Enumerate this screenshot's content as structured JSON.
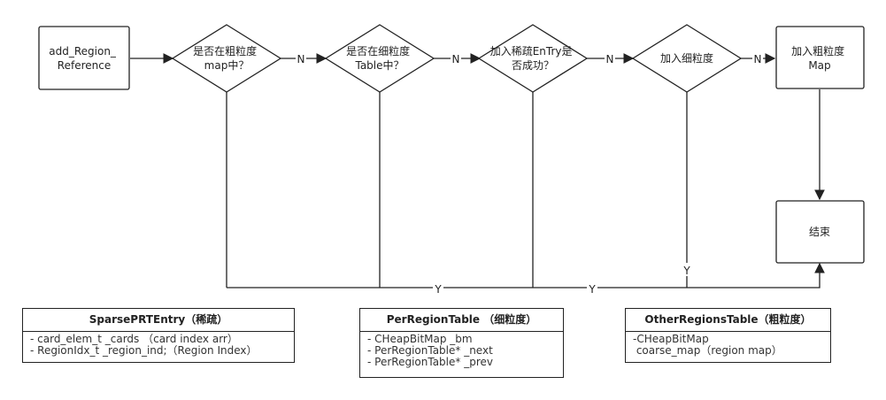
{
  "nodes": {
    "start": {
      "lines": [
        "add_Region_",
        "Reference"
      ]
    },
    "check_coarse": {
      "lines": [
        "是否在粗粒度",
        "map中？"
      ]
    },
    "check_fine": {
      "lines": [
        "是否在细粒度",
        "Table中？"
      ]
    },
    "add_sparse": {
      "lines": [
        "加入稀疏EnTry是",
        "否成功？"
      ]
    },
    "add_fine": {
      "lines": [
        "加入细粒度"
      ]
    },
    "add_coarse": {
      "lines": [
        "加入粗粒度",
        "Map"
      ]
    },
    "end": {
      "lines": [
        "结束"
      ]
    }
  },
  "edge_labels": {
    "no": "N",
    "yes": "Y"
  },
  "classes": {
    "sparse": {
      "title": "SparsePRTEntry（稀疏）",
      "members": [
        "- card_elem_t _cards （card index arr）",
        "- RegionIdx_t _region_ind;（Region Index）"
      ]
    },
    "per_region": {
      "title": "PerRegionTable （细粒度）",
      "members": [
        "- CHeapBitMap _bm",
        "- PerRegionTable* _next",
        "- PerRegionTable* _prev"
      ]
    },
    "other_regions": {
      "title": "OtherRegionsTable（粗粒度）",
      "members": [
        "-CHeapBitMap",
        " coarse_map（region map）"
      ]
    }
  }
}
